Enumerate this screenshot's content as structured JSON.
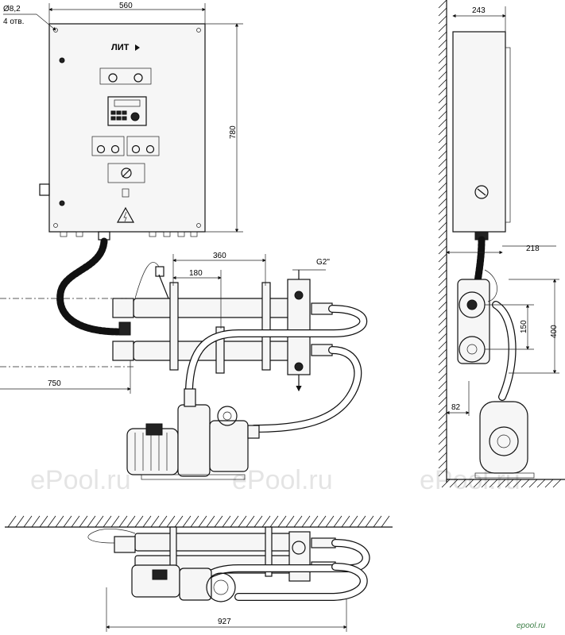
{
  "panel": {
    "brand": "ЛИТ",
    "hole_spec": "Ø8,2",
    "hole_count": "4 отв."
  },
  "dimensions": {
    "panel_width": "560",
    "panel_height": "780",
    "side_depth": "243",
    "flow_cell_length": "360",
    "flow_cell_span": "180",
    "thread": "G2\"",
    "side_offset": "218",
    "side_spacing": "150",
    "side_height": "400",
    "side_wall_gap": "82",
    "front_length": "750",
    "total_length": "927"
  },
  "watermark": {
    "text": "ePool.ru",
    "logo": "epool.ru"
  },
  "colors": {
    "line": "#111111",
    "watermark": "#000000",
    "logo": "#3a7d44"
  }
}
